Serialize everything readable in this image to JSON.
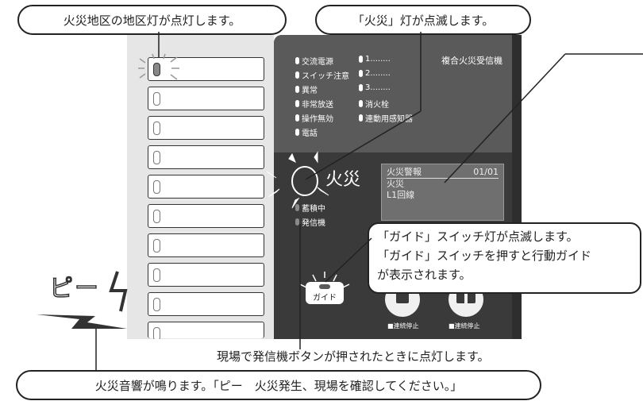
{
  "callouts": {
    "zone_lamp": "火災地区の地区灯が点灯します。",
    "fire_lamp": "「火災」灯が点滅します。",
    "transmitter": "現場で発信機ボタンが押されたときに点灯します。",
    "sound": "火災音響が鳴ります。「ピー　火災発生、現場を確認してください。」"
  },
  "guide_note": {
    "line1": "「ガイド」スイッチ灯が点滅します。",
    "line2": "「ガイド」スイッチを押すと行動ガイド",
    "line3": "が表示されます。"
  },
  "panel": {
    "title": "複合火災受信機",
    "indicators_left": [
      "交流電源",
      "スイッチ注意",
      "異常",
      "非常放送",
      "操作無効",
      "電話"
    ],
    "indicators_right": [
      "1........",
      "2........",
      "3........",
      "消火栓",
      "連動用感知器"
    ],
    "fire_label": "火災",
    "chikuseki": "蓄積中",
    "hasshinki": "発信機",
    "guide_button": "ガイド",
    "stop_label_1": "■連続停止",
    "stop_label_2": "■連続停止"
  },
  "display": {
    "line1_left": "火災警報",
    "line1_right": "01/01",
    "line2": "火災",
    "line3": "L1回線"
  },
  "beep": "ピー",
  "colors": {
    "panel_dark": "#3a3a3a",
    "panel_upper": "#5a5a5a",
    "display": "#6f6f6f"
  }
}
